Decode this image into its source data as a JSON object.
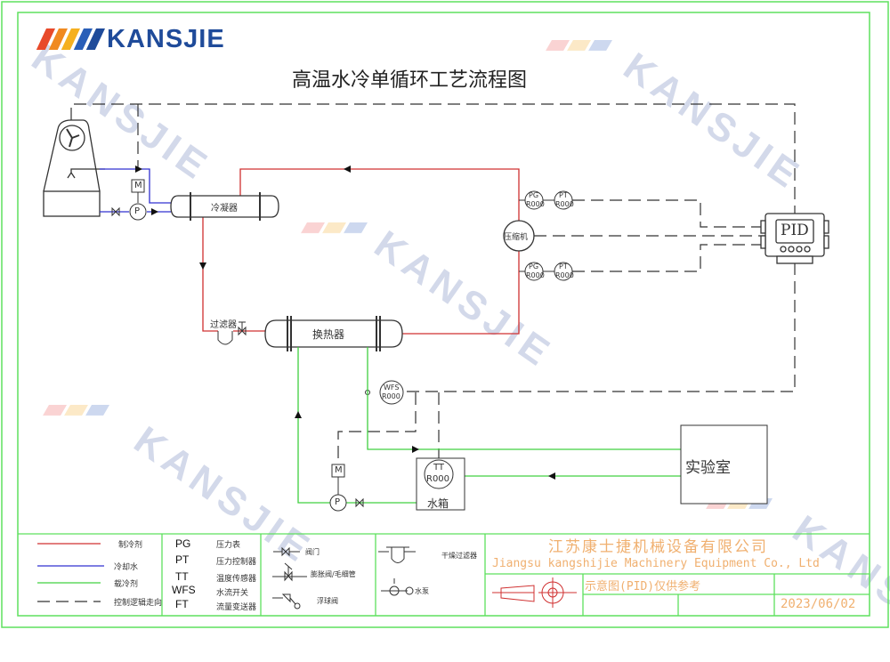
{
  "logo": {
    "text": "KANSJIE"
  },
  "watermark": {
    "text": "KANSJIE"
  },
  "title": "高温水冷单循环工艺流程图",
  "equipment": {
    "condenser": "冷凝器",
    "heat_exchanger": "换热器",
    "filter": "过滤器",
    "compressor": "压缩机",
    "pid": "PID",
    "water_tank": "水箱",
    "lab": "实验室",
    "motor": "M",
    "pump": "P"
  },
  "instruments": {
    "pg_upper": {
      "tag": "PG",
      "id": "R000"
    },
    "pt_upper": {
      "tag": "PT",
      "id": "R000"
    },
    "pg_lower": {
      "tag": "PG",
      "id": "R000"
    },
    "pt_lower": {
      "tag": "PT",
      "id": "R000"
    },
    "wfs": {
      "tag": "WFS",
      "id": "R000"
    },
    "tt": {
      "tag": "TT",
      "id": "R000"
    }
  },
  "legend": {
    "lines": [
      {
        "label": "制冷剂",
        "color": "#d03030"
      },
      {
        "label": "冷却水",
        "color": "#3030d0"
      },
      {
        "label": "载冷剂",
        "color": "#40d040"
      },
      {
        "label": "控制逻辑走向",
        "color": "#333333"
      }
    ],
    "abbreviations": [
      {
        "abbr": "PG",
        "desc": "压力表"
      },
      {
        "abbr": "PT",
        "desc": "压力控制器"
      },
      {
        "abbr": "TT",
        "desc": "温度传感器"
      },
      {
        "abbr": "WFS",
        "desc": "水流开关"
      },
      {
        "abbr": "FT",
        "desc": "流量变送器"
      }
    ],
    "symbols": [
      {
        "label": "阀门"
      },
      {
        "label": "膨胀阀/毛细管"
      },
      {
        "label": "浮球阀"
      },
      {
        "label": "干燥过滤器"
      },
      {
        "label": "水泵"
      }
    ]
  },
  "title_block": {
    "company_cn": "江苏康士捷机械设备有限公司",
    "company_en": "Jiangsu kangshijie Machinery Equipment Co., Ltd",
    "note": "示意图(PID)仅供参考",
    "date": "2023/06/02"
  },
  "colors": {
    "refrigerant": "#d03030",
    "cooling_water": "#3030d0",
    "coolant": "#40d040",
    "frame": "#5ee05e",
    "company_text": "#f0b070"
  }
}
